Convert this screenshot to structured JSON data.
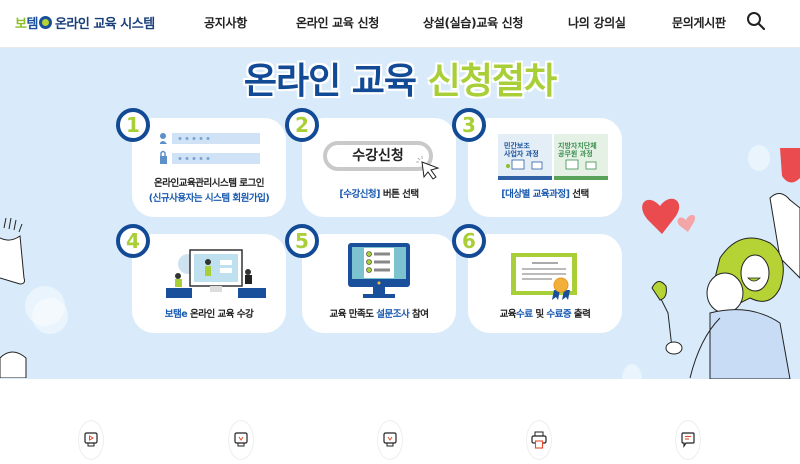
{
  "header": {
    "logo": {
      "part1": "보",
      "part2": "템",
      "rest": "온라인 교육 시스템"
    },
    "nav": [
      {
        "label": "공지사항"
      },
      {
        "label": "온라인 교육 신청"
      },
      {
        "label": "상설(실습)교육 신청"
      },
      {
        "label": "나의 강의실"
      },
      {
        "label": "문의게시판"
      }
    ],
    "search_icon": "search-icon"
  },
  "banner": {
    "title_part1": "온라인 교육",
    "title_part2": "신청절차",
    "steps": [
      {
        "number": "1",
        "line1": "온라인교육관리시스템 로그인",
        "line2": "(신규사용자는 시스템 회원가입)",
        "illustration": "login-form",
        "field_dots": "● ● ● ● ●"
      },
      {
        "number": "2",
        "button_text": "수강신청",
        "highlight": "[수강신청]",
        "rest": " 버튼 선택",
        "illustration": "click-button"
      },
      {
        "number": "3",
        "highlight": "[대상별 교육과정]",
        "rest": " 선택",
        "course1": {
          "line1": "민간보조",
          "line2": "사업자 과정"
        },
        "course2": {
          "line1": "지방자치단체",
          "line2": "공무원 과정"
        }
      },
      {
        "number": "4",
        "highlight": "보탬e",
        "rest": " 온라인 교육 수강",
        "illustration": "online-lecture"
      },
      {
        "number": "5",
        "prefix": "교육 만족도 ",
        "highlight": "설문조사",
        "rest": " 참여",
        "illustration": "survey-monitor"
      },
      {
        "number": "6",
        "prefix": "교육",
        "highlight1": "수료",
        "middle": " 및 ",
        "highlight2": "수료증",
        "rest": " 출력",
        "illustration": "certificate"
      }
    ]
  },
  "footer_icons": [
    {
      "name": "video-lecture-icon"
    },
    {
      "name": "apply-check-icon"
    },
    {
      "name": "course-check-icon"
    },
    {
      "name": "print-icon"
    },
    {
      "name": "chat-icon"
    }
  ],
  "colors": {
    "navy": "#124a96",
    "lime": "#a9cf38",
    "banner_bg": "#d9ebfa",
    "accent_red": "#e24a2b"
  }
}
